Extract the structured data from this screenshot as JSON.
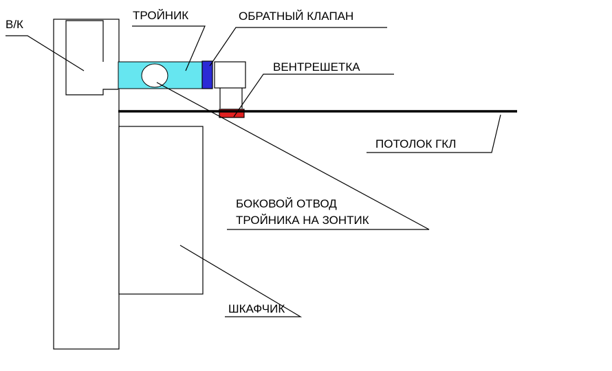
{
  "labels": {
    "vk": "В/К",
    "tee": "ТРОЙНИК",
    "check_valve": "ОБРАТНЫЙ КЛАПАН",
    "vent_grille": "ВЕНТРЕШЕТКА",
    "ceiling": "ПОТОЛОК ГКЛ",
    "side_outlet_line1": "БОКОВОЙ ОТВОД",
    "side_outlet_line2": "ТРОЙНИКА НА ЗОНТИК",
    "cabinet": "ШКАФЧИК"
  },
  "colors": {
    "tee": "#66e6f0",
    "check_valve": "#2b2bd6",
    "vent_grille": "#e02020",
    "line": "#000000"
  }
}
